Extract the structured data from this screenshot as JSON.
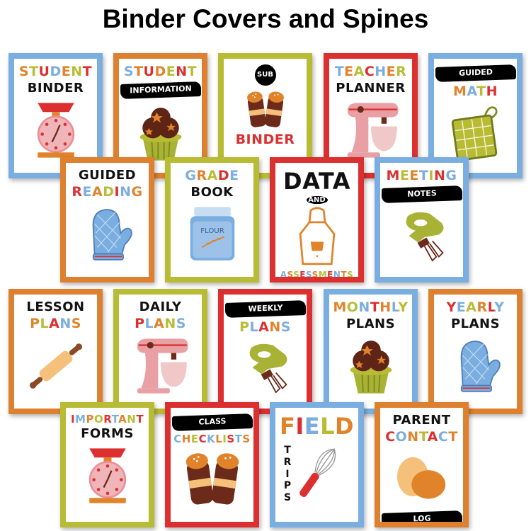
{
  "title": "Binder Covers and Spines",
  "palette": {
    "o": "#E0832A",
    "b": "#7AAEE0",
    "r": "#DC3030",
    "g": "#B8BC35",
    "k": "#111111"
  },
  "border_colors": {
    "blue": "#7BAEE0",
    "orange": "#DD8130",
    "green": "#B8BC35",
    "red": "#DC2F2F"
  },
  "covers": [
    {
      "border": "blue",
      "illustration": "kitchen-scale",
      "lines": [
        {
          "type": "colored",
          "text": "STUDENT",
          "colors": "ogrbogr"
        },
        {
          "type": "black",
          "text": "BINDER"
        }
      ]
    },
    {
      "border": "orange",
      "illustration": "cupcake",
      "lines": [
        {
          "type": "colored",
          "text": "STUDENT",
          "colors": "borogrg"
        },
        {
          "type": "banner",
          "text": "INFORMATION"
        }
      ]
    },
    {
      "border": "green",
      "illustration": "salt-pepper-shakers",
      "lines": [
        {
          "type": "circle",
          "text": "SUB"
        },
        {
          "type": "colored",
          "text": "BINDER",
          "colors": "rrrrrr",
          "pos": "bottom"
        }
      ]
    },
    {
      "border": "red",
      "illustration": "stand-mixer",
      "lines": [
        {
          "type": "colored",
          "text": "TEACHER",
          "colors": "bogrbog"
        },
        {
          "type": "black",
          "text": "PLANNER"
        }
      ]
    },
    {
      "border": "blue",
      "illustration": "pot-holder",
      "lines": [
        {
          "type": "banner",
          "text": "GUIDED"
        },
        {
          "type": "colored",
          "text": "MATH",
          "colors": "obgr"
        }
      ]
    },
    {
      "border": "orange",
      "illustration": "oven-mitt",
      "lines": [
        {
          "type": "black",
          "text": "GUIDED"
        },
        {
          "type": "colored",
          "text": "READING",
          "colors": "rbogrbo"
        }
      ]
    },
    {
      "border": "green",
      "illustration": "flour-jar",
      "flour_label": "FLOUR",
      "lines": [
        {
          "type": "colored",
          "text": "GRADE",
          "colors": "bogrb"
        },
        {
          "type": "black",
          "text": "BOOK"
        }
      ]
    },
    {
      "border": "red",
      "illustration": "apron",
      "lines": [
        {
          "type": "black",
          "text": "DATA",
          "size": "big"
        },
        {
          "type": "circle",
          "text": "AND"
        },
        {
          "type": "colored",
          "text": "ASSESSMENTS",
          "colors": "bogrbogrbog",
          "size": "small",
          "pos": "bottom"
        }
      ]
    },
    {
      "border": "blue",
      "illustration": "hand-mixer",
      "lines": [
        {
          "type": "colored",
          "text": "MEETING",
          "colors": "rgobgrb"
        },
        {
          "type": "banner",
          "text": "NOTES"
        }
      ]
    },
    {
      "border": "orange",
      "illustration": "rolling-pin",
      "lines": [
        {
          "type": "black",
          "text": "LESSON"
        },
        {
          "type": "colored",
          "text": "PLANS",
          "colors": "ogrbo"
        }
      ]
    },
    {
      "border": "green",
      "illustration": "stand-mixer",
      "lines": [
        {
          "type": "black",
          "text": "DAILY"
        },
        {
          "type": "colored",
          "text": "PLANS",
          "colors": "rbogb"
        }
      ]
    },
    {
      "border": "red",
      "illustration": "hand-mixer",
      "lines": [
        {
          "type": "banner",
          "text": "WEEKLY"
        },
        {
          "type": "colored",
          "text": "PLANS",
          "colors": "gbrob"
        }
      ]
    },
    {
      "border": "blue",
      "illustration": "cupcake",
      "lines": [
        {
          "type": "colored",
          "text": "MONTHLY",
          "colors": "ogbrobg"
        },
        {
          "type": "black",
          "text": "PLANS"
        }
      ]
    },
    {
      "border": "orange",
      "illustration": "oven-mitt",
      "lines": [
        {
          "type": "colored",
          "text": "YEARLY",
          "colors": "rbgorb"
        },
        {
          "type": "black",
          "text": "PLANS"
        }
      ]
    },
    {
      "border": "green",
      "illustration": "kitchen-scale",
      "lines": [
        {
          "type": "colored",
          "text": "IMPORTANT",
          "colors": "rbogrbogr",
          "size": "mid"
        },
        {
          "type": "black",
          "text": "FORMS"
        }
      ]
    },
    {
      "border": "red",
      "illustration": "salt-pepper-shakers",
      "lines": [
        {
          "type": "banner",
          "text": "CLASS"
        },
        {
          "type": "colored",
          "text": "CHECKLISTS",
          "colors": "bogrbogrbo",
          "size": "mid"
        }
      ]
    },
    {
      "border": "blue",
      "illustration": "whisk",
      "lines": [
        {
          "type": "colored",
          "text": "FIELD",
          "colors": "orbgo",
          "size": "big"
        },
        {
          "type": "vertical",
          "text": "TRIPS"
        }
      ]
    },
    {
      "border": "orange",
      "illustration": "eggs",
      "lines": [
        {
          "type": "black",
          "text": "PARENT"
        },
        {
          "type": "colored",
          "text": "CONTACT",
          "colors": "rbogrbo"
        },
        {
          "type": "banner",
          "text": "LOG",
          "pos": "bottom"
        }
      ]
    }
  ]
}
